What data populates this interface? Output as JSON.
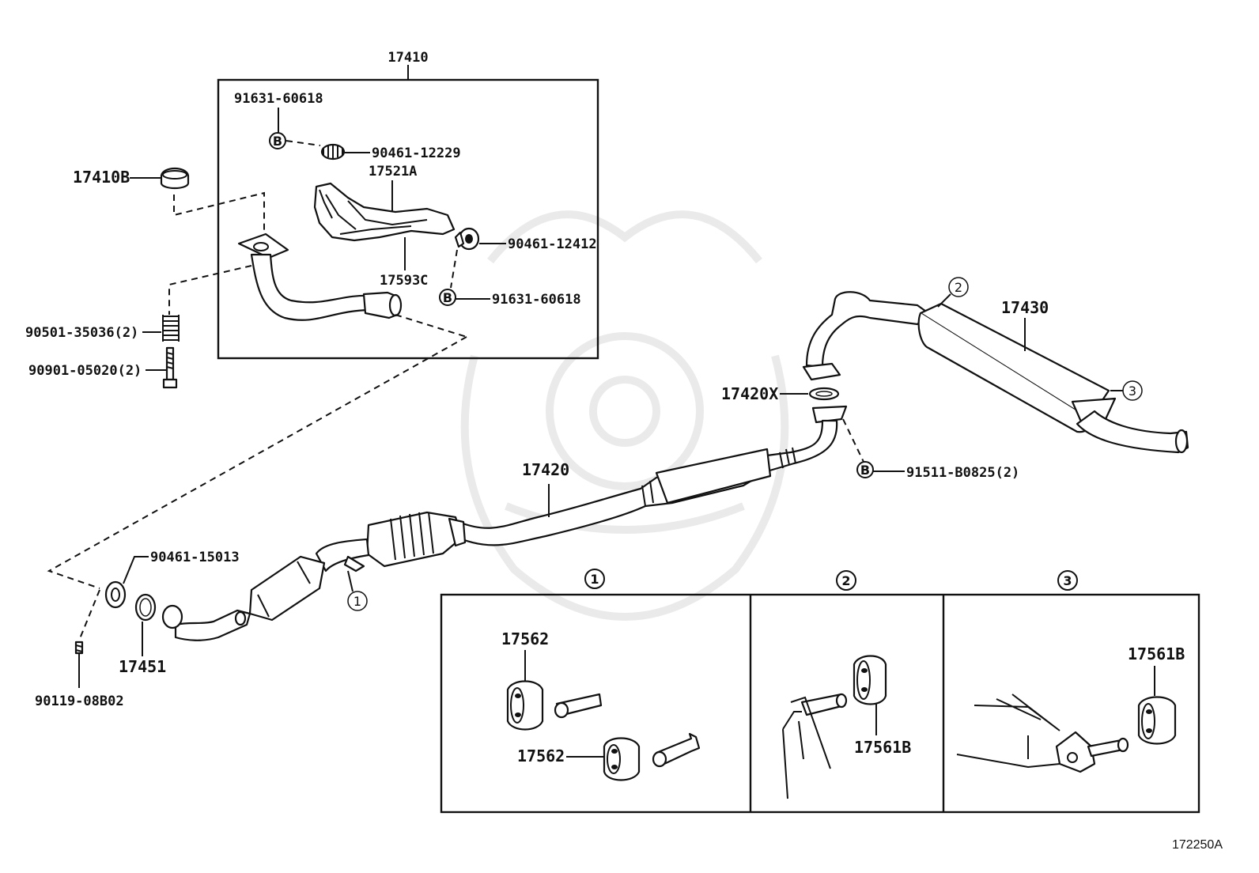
{
  "group_box": {
    "label": "17410"
  },
  "labels": {
    "bolt_b_top": "91631-60618",
    "nut_top": "90461-12229",
    "heat_insulator": "17521A",
    "gasket_cap": "17410B",
    "nut_right": "90461-12412",
    "insulator_lower": "17593C",
    "bolt_b_right": "91631-60618",
    "spring": "90501-35036(2)",
    "stud_bolt": "90901-05020(2)",
    "tailpipe_assy": "17430",
    "gasket_x": "17420X",
    "center_pipe": "17420",
    "bolt_b_center": "91511-B0825(2)",
    "nut_front": "90461-15013",
    "gasket_front": "17451",
    "bolt_front": "90119-08B02"
  },
  "markers": {
    "b": "B",
    "c1": "1",
    "c2": "2",
    "c3": "3"
  },
  "details": {
    "d1": {
      "ref": "1",
      "label_a": "17562",
      "label_b": "17562"
    },
    "d2": {
      "ref": "2",
      "label": "17561B"
    },
    "d3": {
      "ref": "3",
      "label": "17561B"
    }
  },
  "footer": {
    "code": "172250A"
  }
}
